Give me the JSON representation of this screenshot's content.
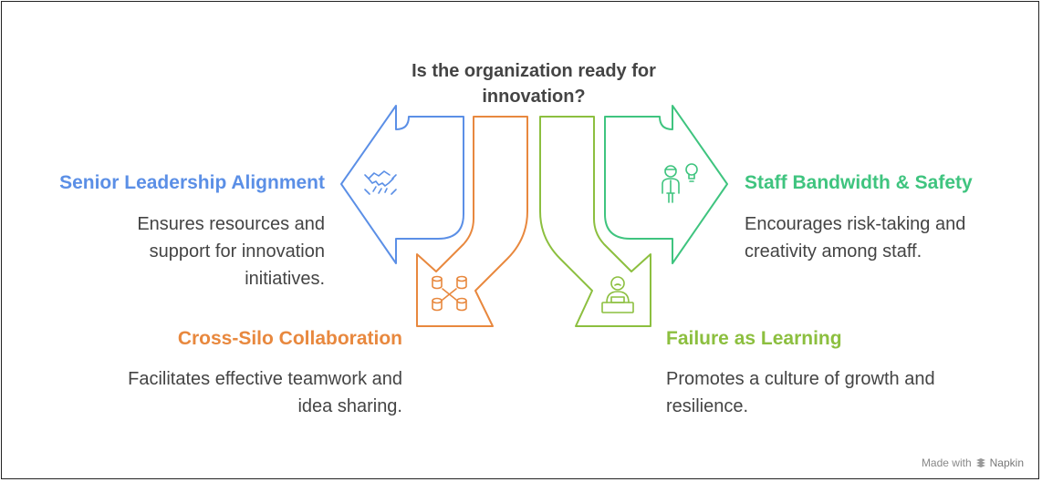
{
  "question": "Is the organization ready for innovation?",
  "branches": [
    {
      "key": "senior",
      "title": "Senior Leadership Alignment",
      "desc": "Ensures resources and support for innovation initiatives.",
      "color": "#5b8fe6",
      "icon": "handshake-icon"
    },
    {
      "key": "cross",
      "title": "Cross-Silo Collaboration",
      "desc": "Facilitates effective teamwork and idea sharing.",
      "color": "#e8883e",
      "icon": "network-databases-icon"
    },
    {
      "key": "fail",
      "title": "Failure as Learning",
      "desc": "Promotes a culture of growth and resilience.",
      "color": "#8cbf3f",
      "icon": "person-at-desk-icon"
    },
    {
      "key": "staff",
      "title": "Staff Bandwidth & Safety",
      "desc": "Encourages risk-taking and creativity among staff.",
      "color": "#3fc47f",
      "icon": "person-lightbulb-icon"
    }
  ],
  "credit": {
    "prefix": "Made with",
    "brand": "Napkin"
  }
}
